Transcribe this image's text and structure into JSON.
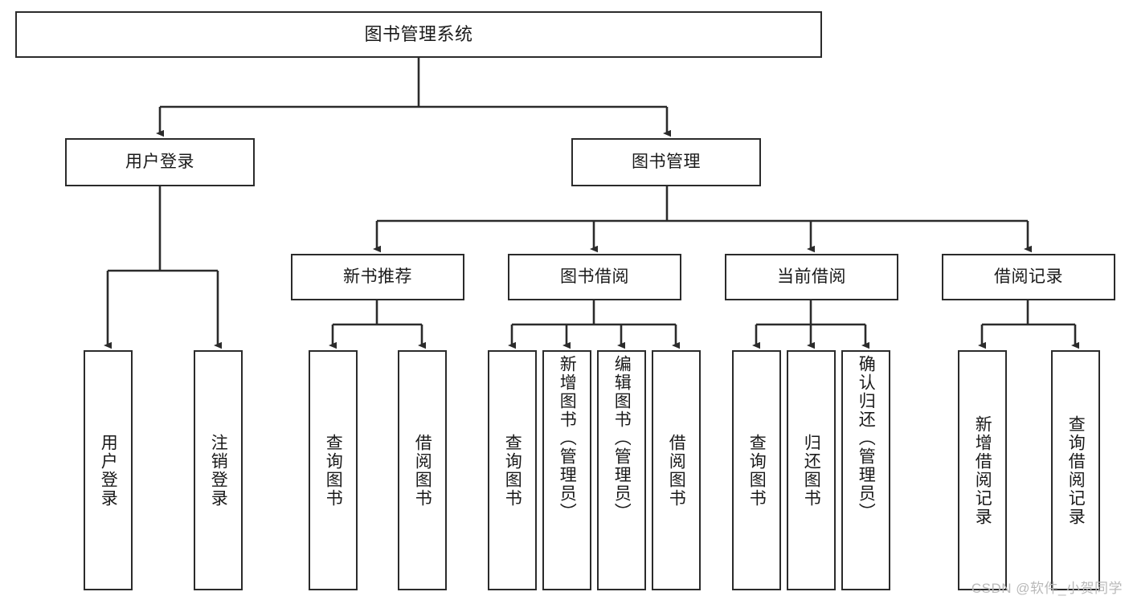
{
  "diagram": {
    "type": "tree-hierarchy",
    "title": "图书管理系统",
    "line_color": "#2b2b2b",
    "box_fill": "#ffffff",
    "text_color": "#1a1a1a",
    "root": {
      "id": "root",
      "label": "图书管理系统"
    },
    "level2": [
      {
        "id": "user-login",
        "label": "用户登录"
      },
      {
        "id": "book-manage",
        "label": "图书管理"
      }
    ],
    "level3": [
      {
        "id": "new-book-rec",
        "label": "新书推荐"
      },
      {
        "id": "book-borrow",
        "label": "图书借阅"
      },
      {
        "id": "current-borrow",
        "label": "当前借阅"
      },
      {
        "id": "borrow-record",
        "label": "借阅记录"
      }
    ],
    "leaves": {
      "user_login": [
        {
          "id": "leaf-user-login",
          "label": "用户登录"
        },
        {
          "id": "leaf-user-logout",
          "label": "注销登录"
        }
      ],
      "new_book_rec": [
        {
          "id": "leaf-query-book-1",
          "label": "查询图书"
        },
        {
          "id": "leaf-borrow-book-1",
          "label": "借阅图书"
        }
      ],
      "book_borrow": [
        {
          "id": "leaf-query-book-2",
          "label": "查询图书"
        },
        {
          "id": "leaf-add-book",
          "label": "新增图书（管理员）"
        },
        {
          "id": "leaf-edit-book",
          "label": "编辑图书（管理员）"
        },
        {
          "id": "leaf-borrow-book-2",
          "label": "借阅图书"
        }
      ],
      "current_borrow": [
        {
          "id": "leaf-query-book-3",
          "label": "查询图书"
        },
        {
          "id": "leaf-return-book",
          "label": "归还图书"
        },
        {
          "id": "leaf-confirm-return",
          "label": "确认归还（管理员）"
        }
      ],
      "borrow_record": [
        {
          "id": "leaf-add-record",
          "label": "新增借阅记录"
        },
        {
          "id": "leaf-query-record",
          "label": "查询借阅记录"
        }
      ]
    }
  },
  "watermark": {
    "text": "CSDN @软件_小贺同学"
  }
}
